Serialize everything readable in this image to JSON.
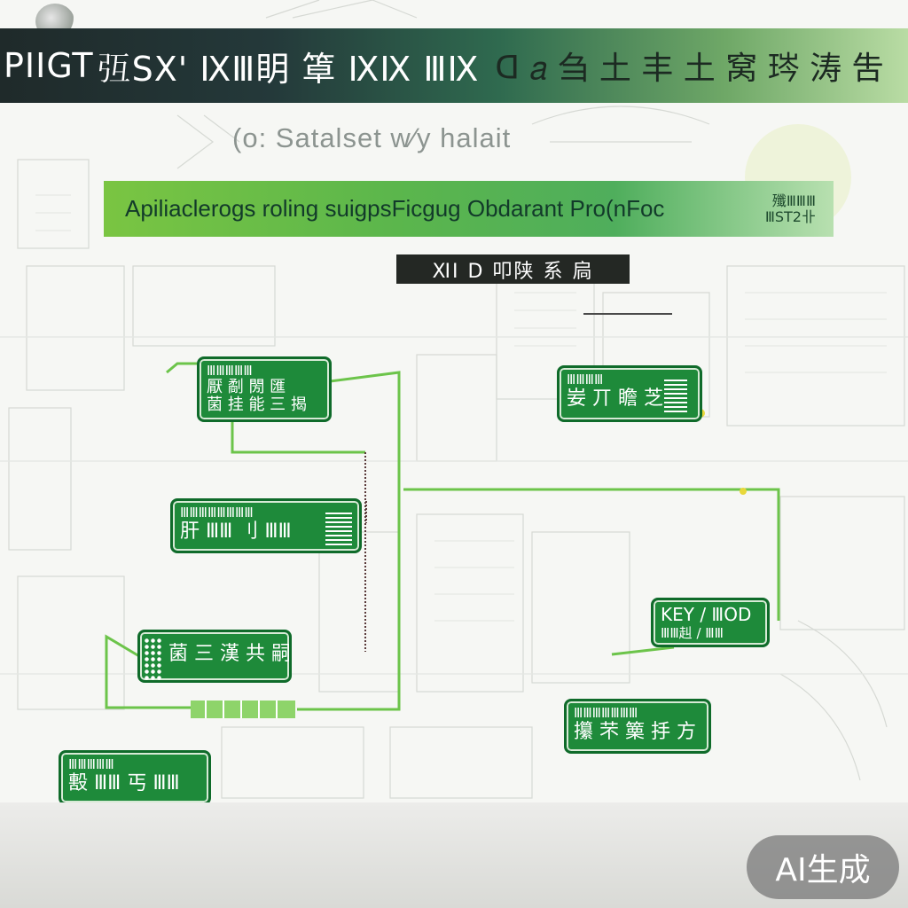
{
  "banner": {
    "title": "PIIGT",
    "title_cont": "𢎸SX' ⅨⅢ眀 䈇 ⅨⅨ ⅢⅨ",
    "subtitle": "ᗡ 𝑎 刍 ⼟ 丰 ⼟ 窝 琌 涛 吿"
  },
  "subheading": "(o: Satalset w∕y   halait",
  "green_band": {
    "text": "Apiliaclerogs roling suigpsFicgug Obdarant Pro(nFoc",
    "tag_line1": "殲ⅢⅢⅢ",
    "tag_line2": "ⅢST2卝"
  },
  "dark_label": "ⅪI D 叩陕 系 扃",
  "nodes": [
    {
      "id": "node-a",
      "line1": "ⅢⅢⅢⅢⅢ",
      "line2a": "厭 劀 閍 匯",
      "line2b": "菌 挂 能 三 揭"
    },
    {
      "id": "node-b",
      "line1": "ⅢⅢⅢⅢⅢⅢⅢⅢ",
      "line2a": "肝 ⅢⅢ 刂 ⅢⅢ"
    },
    {
      "id": "node-c",
      "line1": "",
      "line2a": "菌 三 漢 共 嗣"
    },
    {
      "id": "node-d",
      "line1": "ⅢⅢⅢⅢ",
      "line2a": "妛 丌 瞻 芝"
    },
    {
      "id": "node-e",
      "line1": "ⅢⅢⅢⅢⅢ",
      "line2a": "毄 ⅢⅢ 丐 ⅢⅢ"
    },
    {
      "id": "node-f",
      "line1": "KEY / ⅢOD",
      "line2a": "ⅢⅢ赳 / ⅢⅢ"
    },
    {
      "id": "node-g",
      "line1": "ⅢⅢⅢⅢⅢⅢⅢ",
      "line2a": "攥 芣 篥 抙 方"
    }
  ],
  "badge": "AI生成",
  "colors": {
    "node_fill": "#1e8a3a",
    "connector": "#6cc44a",
    "band_start": "#7ac542",
    "banner_dark": "#1f2a2a"
  }
}
